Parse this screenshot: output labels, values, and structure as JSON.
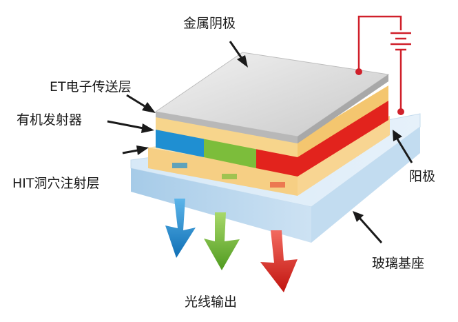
{
  "labels": {
    "cathode": "金属阴极",
    "et_layer": "ET电子传送层",
    "organic_emitter": "有机发射器",
    "hit_layer": "HIT洞穴注射层",
    "anode": "阳极",
    "glass_substrate": "玻璃基座",
    "light_output": "光线输出"
  },
  "colors": {
    "cathode_top": "#d6d6d6",
    "glass_top": "#cfe4f4",
    "glass_front": "#b3d4ec",
    "et_layer": "#f7d58c",
    "hit_layer": "#f9d99a",
    "emitter_blue": "#1f8fd2",
    "emitter_green": "#7cbd3b",
    "emitter_red": "#e2231d",
    "circuit": "#d0202a"
  }
}
